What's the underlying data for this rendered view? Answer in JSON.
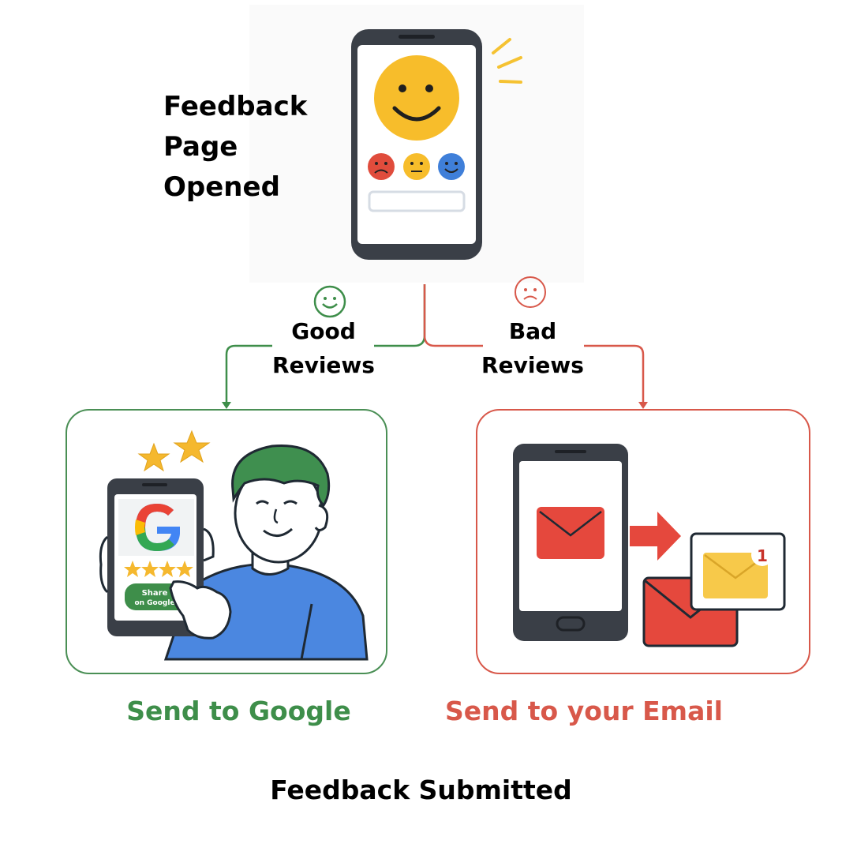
{
  "top": {
    "title": "Feedback\nPage\nOpened"
  },
  "branches": {
    "good": {
      "label_line1": "Good",
      "label_line2": "Reviews",
      "color": "#3e8e4a"
    },
    "bad": {
      "label_line1": "Bad",
      "label_line2": "Reviews",
      "color": "#d8584a"
    }
  },
  "cards": {
    "google": {
      "share_line1": "Share",
      "share_line2": "on Google",
      "stars": 4
    },
    "email": {
      "notification_count": "1"
    }
  },
  "destinations": {
    "good": "Send to Google",
    "bad": "Send to your Email"
  },
  "footer": {
    "title": "Feedback Submitted"
  },
  "colors": {
    "smiley_yellow": "#f7bd2b",
    "sad_red": "#e04c3c",
    "happy_blue": "#3f7fd9",
    "shirt_blue": "#4b87e0",
    "hair_green": "#3f8f4f",
    "phone_dark": "#3a3f47",
    "star_gold": "#f5b82e"
  }
}
